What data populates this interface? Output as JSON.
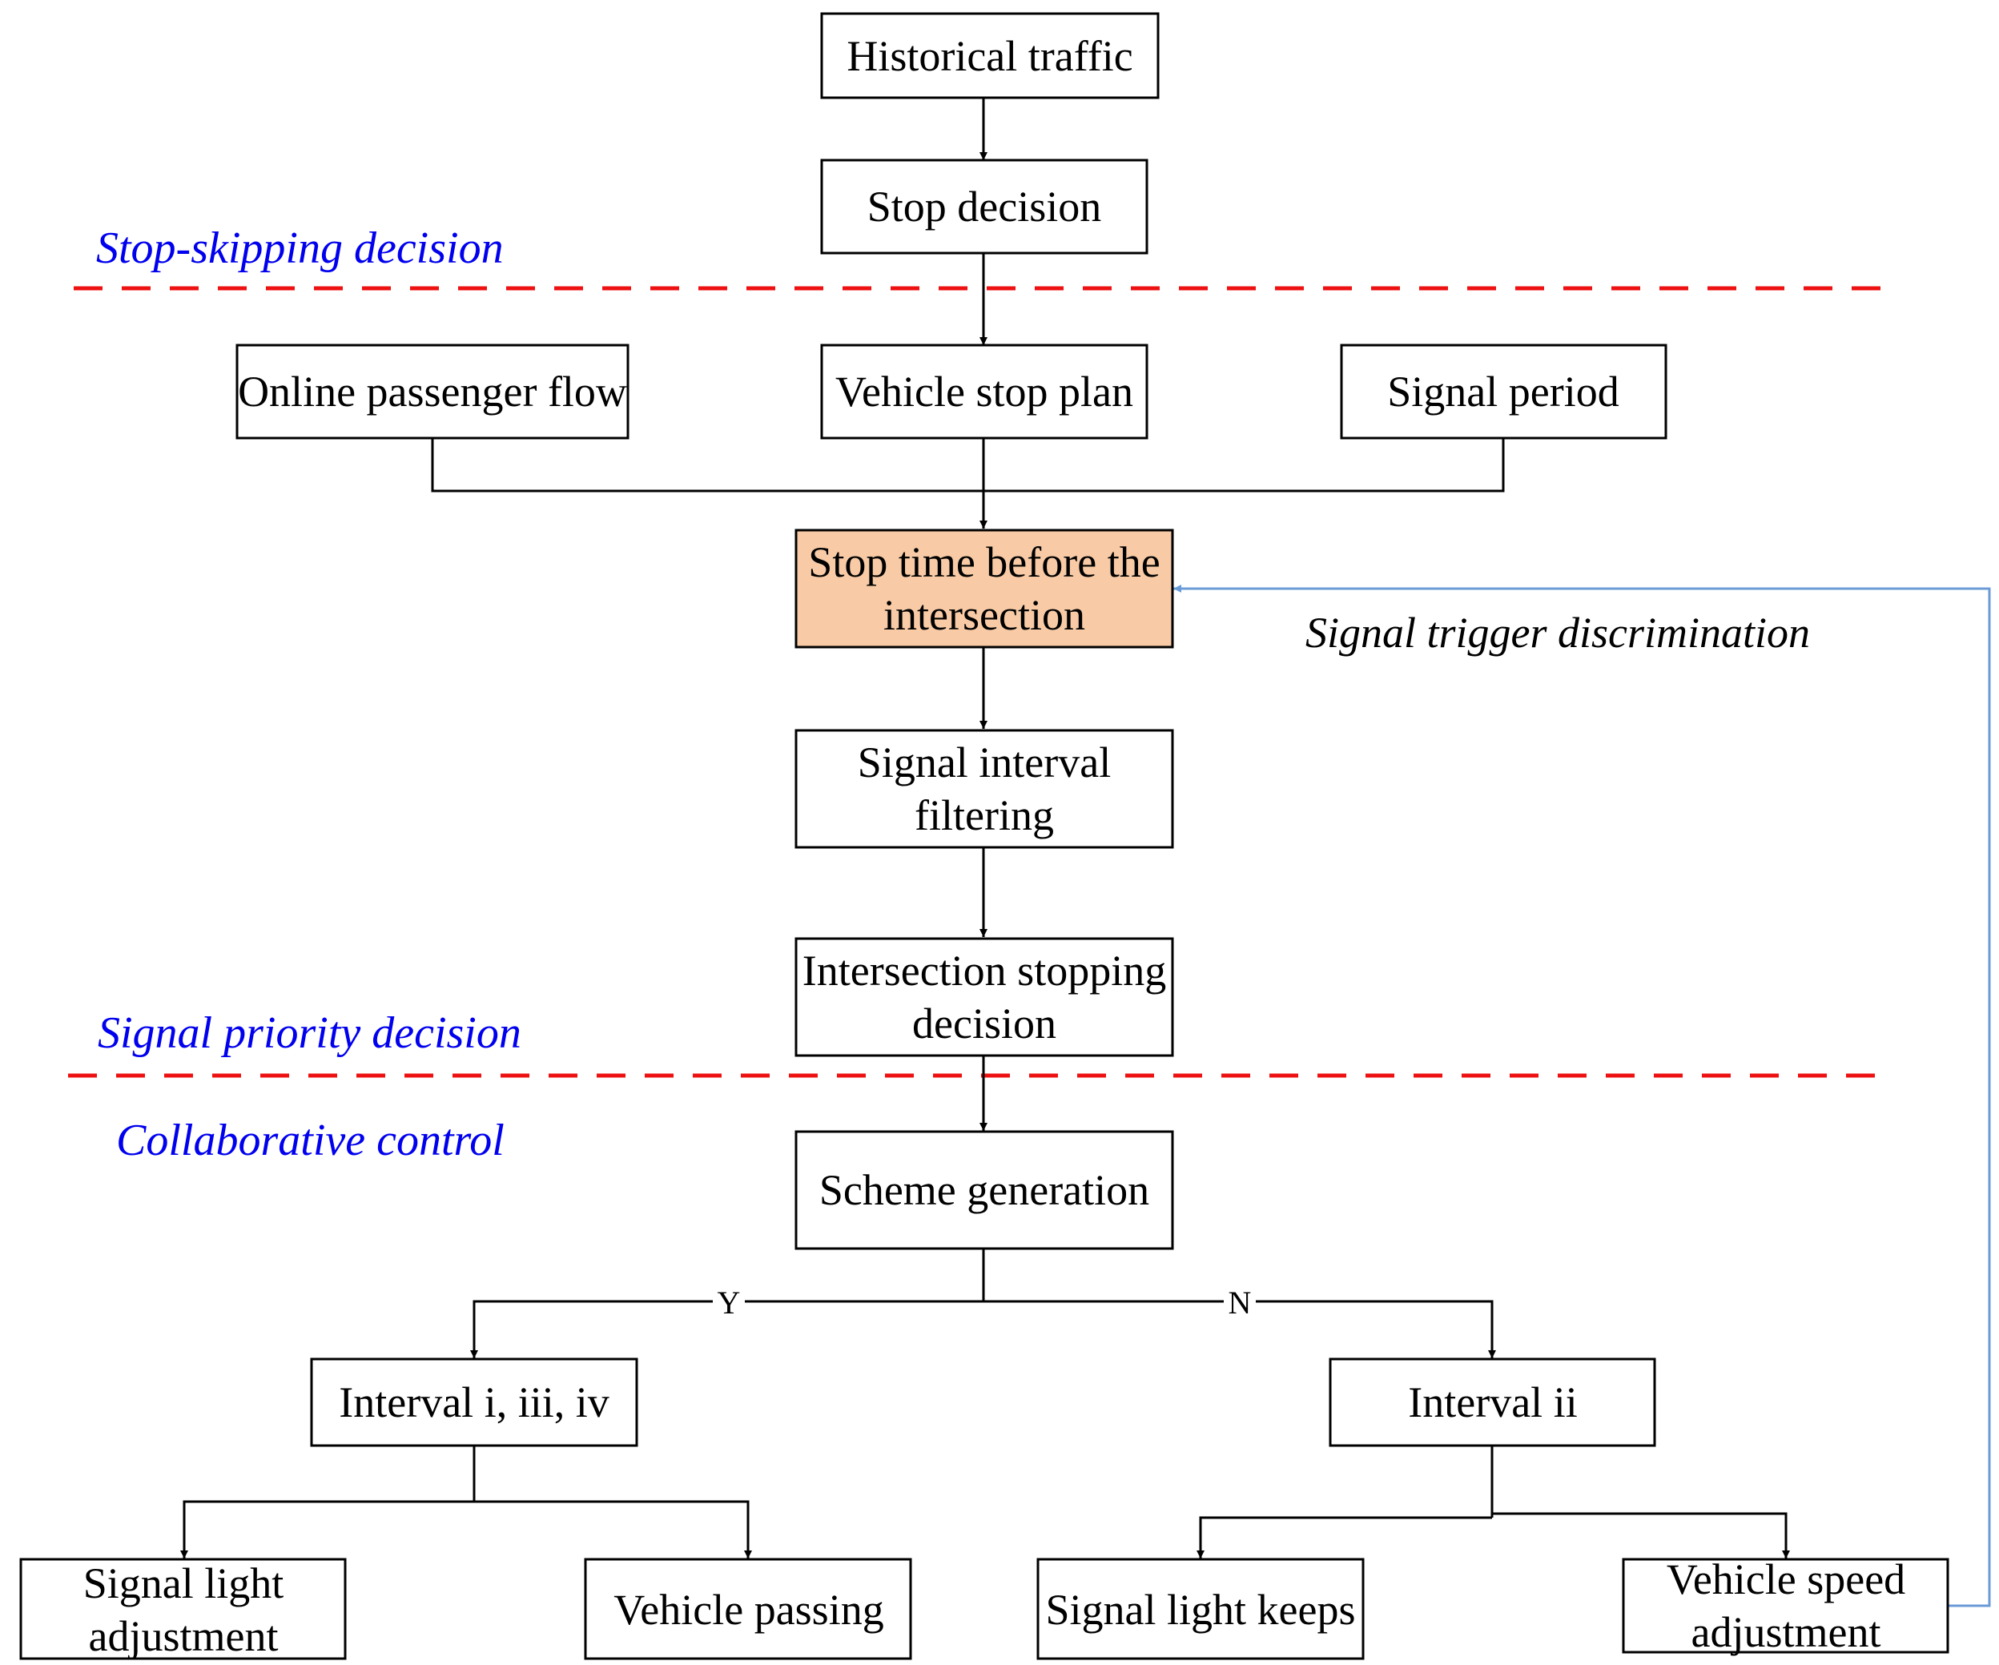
{
  "colors": {
    "highlight_fill": "#f8cba6",
    "section_label": "#0000ee",
    "divider": "#ee1111",
    "feedback": "#6a9bd6"
  },
  "sections": {
    "stop_skipping": "Stop-skipping decision",
    "signal_priority": "Signal priority decision",
    "collaborative": "Collaborative control"
  },
  "nodes": {
    "historical_traffic": [
      "Historical traffic"
    ],
    "stop_decision": [
      "Stop decision"
    ],
    "online_passenger_flow": [
      "Online passenger flow"
    ],
    "vehicle_stop_plan": [
      "Vehicle stop plan"
    ],
    "signal_period": [
      "Signal period"
    ],
    "stop_time": [
      "Stop time before the",
      "intersection"
    ],
    "signal_interval_filtering": [
      "Signal interval",
      "filtering"
    ],
    "intersection_stopping": [
      "Intersection stopping",
      "decision"
    ],
    "scheme_generation": [
      "Scheme generation"
    ],
    "interval_i_iii_iv": [
      "Interval i, iii, iv"
    ],
    "interval_ii": [
      "Interval ii"
    ],
    "signal_light_adjustment": [
      "Signal light",
      "adjustment"
    ],
    "vehicle_passing": [
      "Vehicle passing"
    ],
    "signal_light_keeps": [
      "Signal light keeps"
    ],
    "vehicle_speed_adjustment": [
      "Vehicle speed",
      "adjustment"
    ]
  },
  "edge_labels": {
    "yes": "Y",
    "no": "N"
  },
  "feedback_label": "Signal trigger discrimination"
}
